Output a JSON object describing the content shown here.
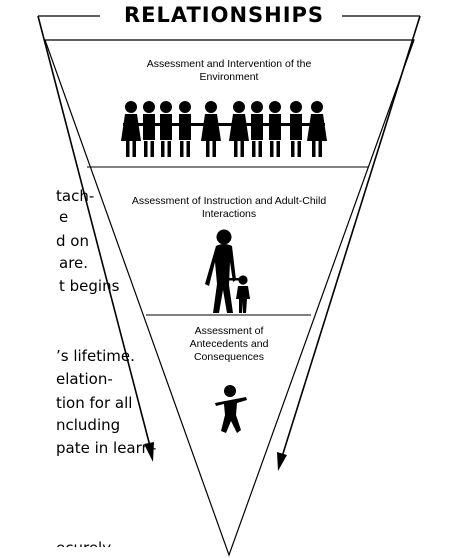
{
  "title": "RELATIONSHIPS",
  "sections": [
    {
      "label": "Assessment and Intervention of the Environment"
    },
    {
      "label": "Assessment of Instruction and Adult-Child Interactions"
    },
    {
      "label": "Assessment of Antecedents and Consequences"
    }
  ],
  "body_text_fragments": [
    "tach-",
    "e",
    "d on",
    "are.",
    "t begins",
    "’s lifetime.",
    "elation-",
    "tion for all",
    "ncluding",
    "pate in learn-",
    "ecurely"
  ],
  "colors": {
    "line": "#000000",
    "background": "#ffffff"
  }
}
